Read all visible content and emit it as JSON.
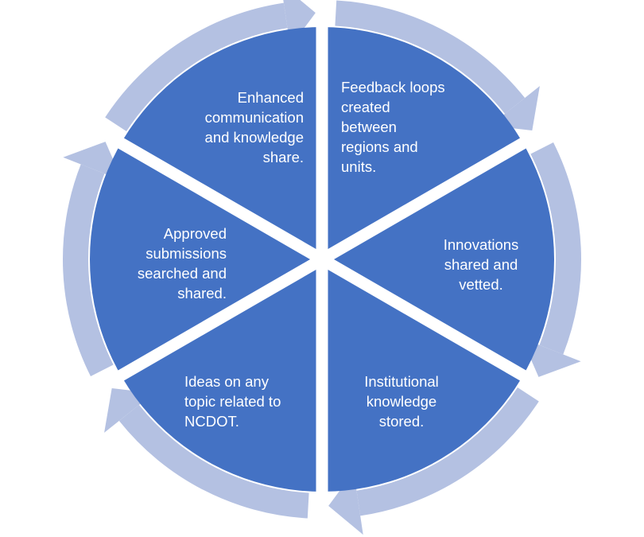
{
  "diagram": {
    "segments": [
      {
        "lines": [
          "Feedback loops",
          "created",
          "between",
          "regions and",
          "units."
        ]
      },
      {
        "lines": [
          "Innovations",
          "shared and",
          "vetted."
        ]
      },
      {
        "lines": [
          "Institutional",
          "knowledge",
          "stored."
        ]
      },
      {
        "lines": [
          "Ideas on any",
          "topic related to",
          "NCDOT."
        ]
      },
      {
        "lines": [
          "Approved",
          "submissions",
          "searched and",
          "shared."
        ]
      },
      {
        "lines": [
          "Enhanced",
          "communication",
          "and knowledge",
          "share."
        ]
      }
    ],
    "colors": {
      "segment_fill": "#4472C4",
      "arrow_fill": "#B4C1E2",
      "gap": "#FFFFFF",
      "text": "#FFFFFF"
    }
  }
}
